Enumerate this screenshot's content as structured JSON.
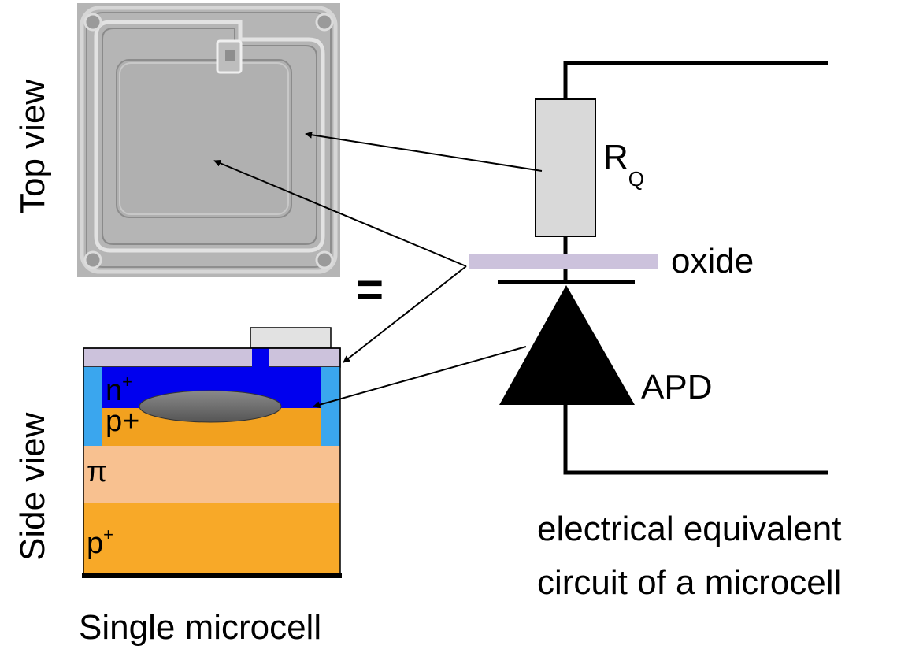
{
  "labels": {
    "top_view": "Top view",
    "side_view": "Side view",
    "single_microcell": "Single microcell",
    "equals": "=",
    "rq_main": "R",
    "rq_sub": "Q",
    "oxide": "oxide",
    "apd": "APD",
    "circuit_caption_line1": "electrical equivalent",
    "circuit_caption_line2": "circuit of a microcell"
  },
  "layers": {
    "n_plus_base": "n",
    "n_plus_sup": "+",
    "p_plus_upper": "p+",
    "pi": "π",
    "p_plus_lower_base": "p",
    "p_plus_lower_sup": "+"
  },
  "colors": {
    "oxide": "#ccc2dc",
    "n_plus": "#0000ee",
    "guard_ring": "#3aa6ee",
    "p_plus_upper": "#f2a11f",
    "pi": "#f8c190",
    "p_plus_lower": "#f8a928",
    "resistor": "#d9d9d9",
    "depletion": "#707070",
    "micrograph": "#b4b4b4"
  }
}
